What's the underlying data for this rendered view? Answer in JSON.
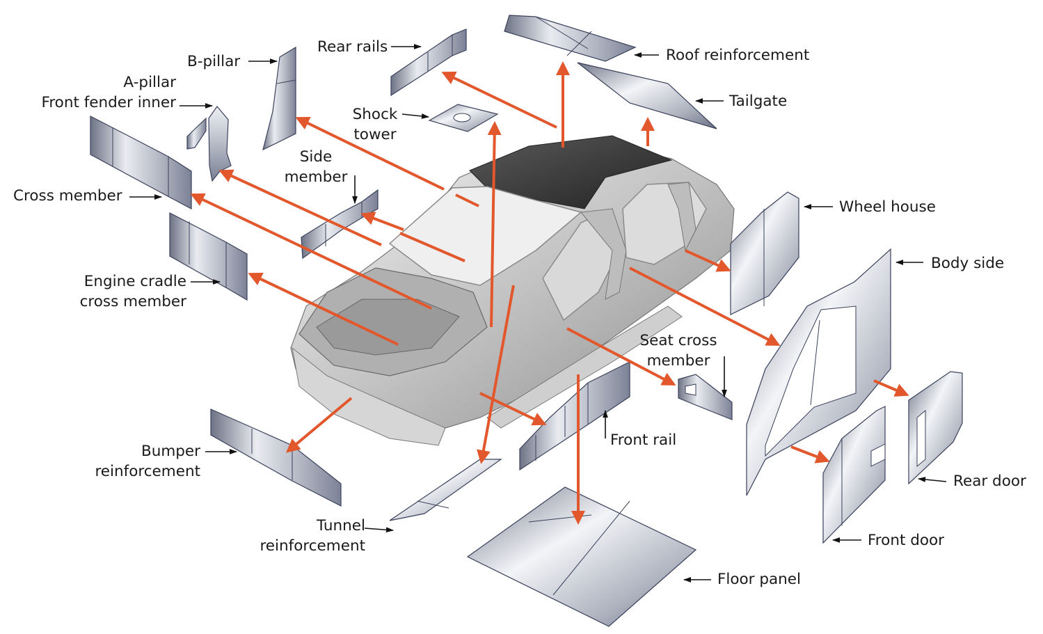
{
  "colors": {
    "arrow": "#e2572b",
    "leader": "#111111",
    "panel_light": "#f2f3f6",
    "panel_mid": "#b9bdc8",
    "panel_dark": "#6d7385",
    "panel_edge": "#39405a",
    "body_shell": "#c9c9c9",
    "roof": "#3d3d3d"
  },
  "labels": {
    "rear_rails": "Rear rails",
    "roof_reinforcement": "Roof reinforcement",
    "b_pillar": "B-pillar",
    "a_pillar": "A-pillar",
    "front_fender_inner": "Front fender inner",
    "shock_tower_1": "Shock",
    "shock_tower_2": "tower",
    "tailgate": "Tailgate",
    "side_member_1": "Side",
    "side_member_2": "member",
    "cross_member": "Cross member",
    "wheel_house": "Wheel house",
    "body_side": "Body side",
    "engine_cradle_1": "Engine cradle",
    "engine_cradle_2": "cross member",
    "seat_cross_1": "Seat cross",
    "seat_cross_2": "member",
    "front_rail": "Front rail",
    "bumper_1": "Bumper",
    "bumper_2": "reinforcement",
    "rear_door": "Rear door",
    "tunnel_1": "Tunnel",
    "tunnel_2": "reinforcement",
    "front_door": "Front door",
    "floor_panel": "Floor panel"
  }
}
